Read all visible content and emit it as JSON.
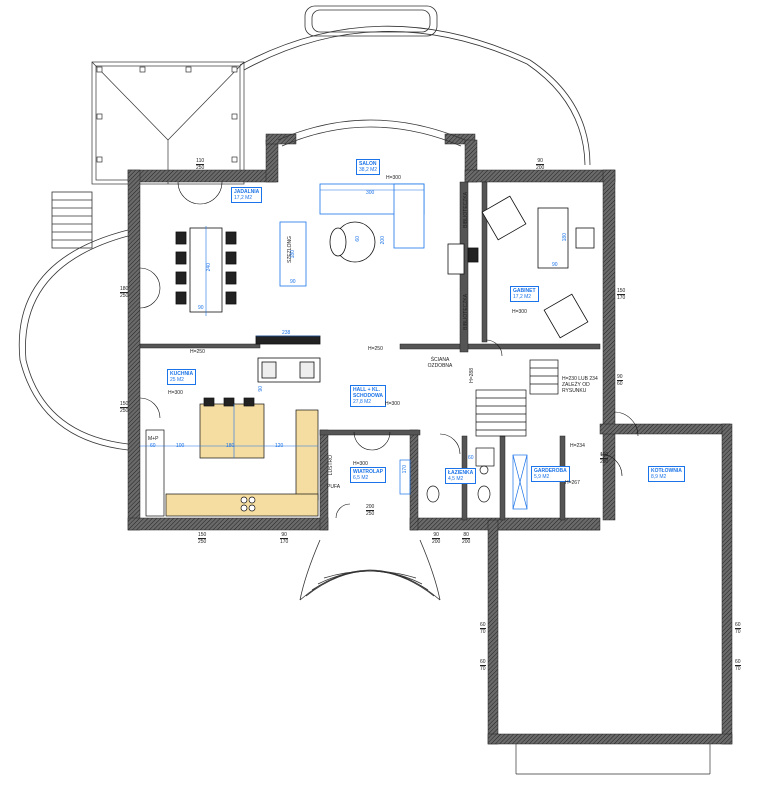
{
  "rooms": {
    "jadalnia": {
      "name": "JADALNIA",
      "area": "17,2 M2"
    },
    "salon": {
      "name": "SALON",
      "area": "38,2 M2"
    },
    "gabinet": {
      "name": "GABINET",
      "area": "17,2 M2"
    },
    "kuchnia": {
      "name": "KUCHNIA",
      "area": "25 M2"
    },
    "hall": {
      "name": "HALL + KL. SCHODOWA",
      "area": "27,8 M2"
    },
    "wiatrolap": {
      "name": "WIATROLAP",
      "area": "6,5 M2"
    },
    "lazienka": {
      "name": "ŁAZIENKA",
      "area": "4,5 M2"
    },
    "garderoba": {
      "name": "GARDEROBA",
      "area": "5,9 M2"
    },
    "kotlownia": {
      "name": "KOTŁOWNIA",
      "area": "8,9 M2"
    }
  },
  "heights": {
    "salon": "H=300",
    "gabinet": "H=300",
    "kuchnia": "H=300",
    "hall": "H=300",
    "wiatrolap": "H=300",
    "garderoba": "H=267",
    "h250_a": "H=250",
    "h250_b": "H=250",
    "h234": "H=234",
    "stairs_note": "H=230 LUB 234 ZALEŻY OD RYSUNKU"
  },
  "labels": {
    "szezlong": "SZEZLONG",
    "biblioteczka_1": "BIBLIOTECZKA",
    "biblioteczka_2": "BIBLIOTECZKA",
    "sciana": "ŚCIANA OZDOBNA",
    "mp": "M+P",
    "lustro": "LUSTRO",
    "pufa": "PUFA",
    "h_288": "H=288"
  },
  "dimensions": {
    "sofa": "300",
    "table_len": "240",
    "table_w": "90",
    "tv": "238",
    "island": "180",
    "kitchen_100": "100",
    "kitchen_120": "120",
    "kitchen_60": "60",
    "desk": "90",
    "desk_h": "180",
    "chaise": "180",
    "chaise_w": "90",
    "coffee": "60",
    "shelf": "200",
    "wardrobe": "170",
    "hall_60": "60",
    "hall_90": "90"
  },
  "openings": [
    {
      "top": "180",
      "bottom": "250"
    },
    {
      "top": "150",
      "bottom": "250"
    },
    {
      "top": "150",
      "bottom": "170"
    },
    {
      "top": "90",
      "bottom": "60"
    },
    {
      "top": "150",
      "bottom": "250"
    },
    {
      "top": "90",
      "bottom": "170"
    },
    {
      "top": "200",
      "bottom": "250"
    },
    {
      "top": "90",
      "bottom": "200"
    },
    {
      "top": "80",
      "bottom": "200"
    },
    {
      "top": "60",
      "bottom": "70"
    },
    {
      "top": "60",
      "bottom": "70"
    },
    {
      "top": "60",
      "bottom": "70"
    },
    {
      "top": "60",
      "bottom": "70"
    },
    {
      "top": "110",
      "bottom": "250"
    },
    {
      "top": "110",
      "bottom": "250"
    },
    {
      "top": "90",
      "bottom": "200"
    }
  ],
  "colors": {
    "wall": "#555555",
    "wall_hatch": "#2a2a2a",
    "annotation": "#1a73e8",
    "counter": "#f5dca0",
    "stair_red": "#d33"
  }
}
